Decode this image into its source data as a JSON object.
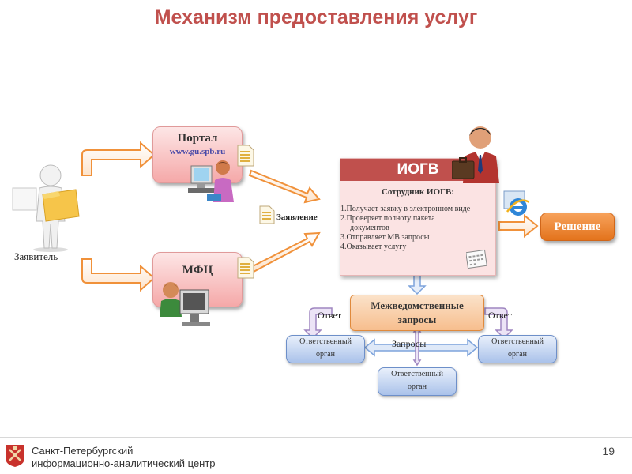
{
  "title": "Механизм предоставления услуг",
  "applicant": {
    "label": "Заявитель"
  },
  "portal": {
    "title": "Портал",
    "url": "www.gu.spb.ru"
  },
  "mfc": {
    "title": "МФЦ"
  },
  "application_label": "Заявление",
  "iogv": {
    "title": "ИОГВ",
    "subtitle": "Сотрудник ИОГВ:",
    "tasks": [
      "1.Получает заявку в электронном виде",
      "2.Проверяет полноту пакета",
      "документов",
      "3.Отправляет МВ запросы",
      "4.Оказывает услугу"
    ]
  },
  "decision": {
    "label": "Решение"
  },
  "interagency": {
    "title_line1": "Межведомственные",
    "title_line2": "запросы"
  },
  "answer_left": "Ответ",
  "answer_right": "Ответ",
  "requests_label": "Запросы",
  "responsible_body": {
    "line1": "Ответственный",
    "line2": "орган"
  },
  "footer": {
    "org_line1": "Санкт-Петербургский",
    "org_line2": "информационно-аналитический центр",
    "page_number": "19"
  },
  "colors": {
    "title": "#c0504d",
    "iogv_header": "#c0504d",
    "arrow": "#f0913a",
    "decision": "#e3731c",
    "blue_arrow": "#7ea4dc",
    "purple_arrow": "#9f86c0"
  }
}
